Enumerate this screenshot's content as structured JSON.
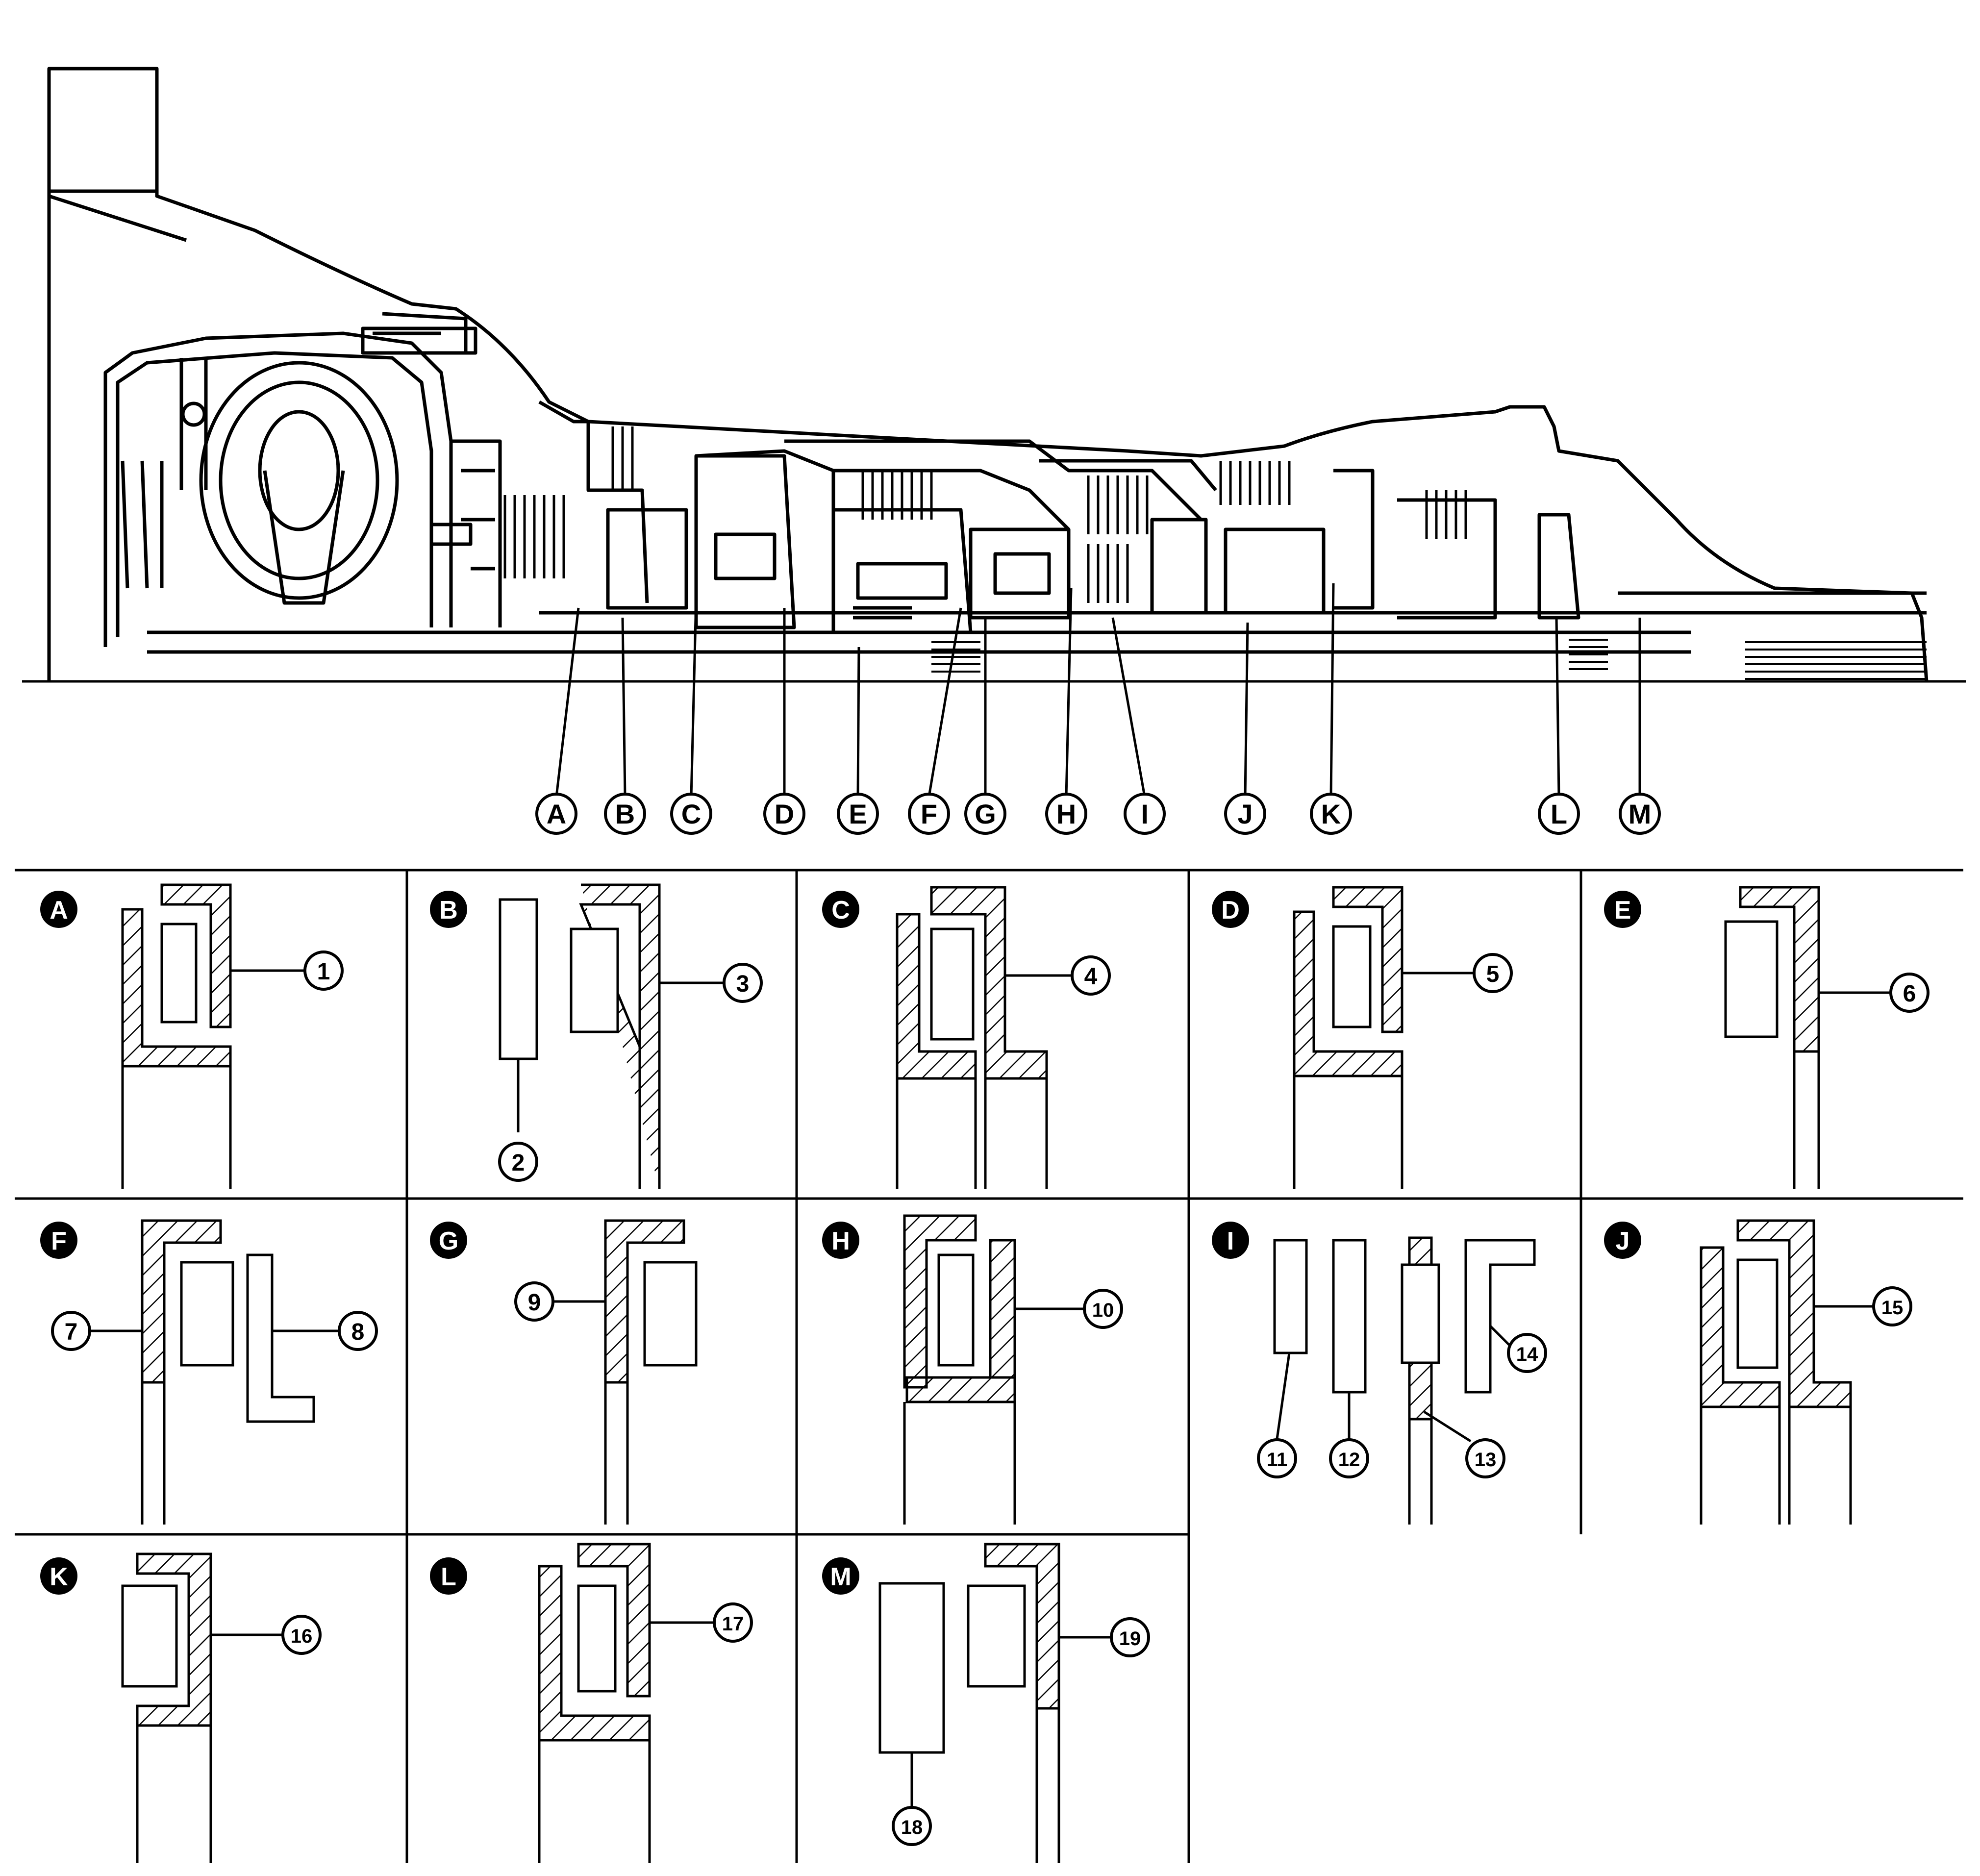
{
  "callouts": [
    "A",
    "B",
    "C",
    "D",
    "E",
    "F",
    "G",
    "H",
    "I",
    "J",
    "K",
    "L",
    "M"
  ],
  "panels": [
    {
      "letter": "A",
      "parts": [
        "1"
      ]
    },
    {
      "letter": "B",
      "parts": [
        "2",
        "3"
      ]
    },
    {
      "letter": "C",
      "parts": [
        "4"
      ]
    },
    {
      "letter": "D",
      "parts": [
        "5"
      ]
    },
    {
      "letter": "E",
      "parts": [
        "6"
      ]
    },
    {
      "letter": "F",
      "parts": [
        "7",
        "8"
      ]
    },
    {
      "letter": "G",
      "parts": [
        "9"
      ]
    },
    {
      "letter": "H",
      "parts": [
        "10"
      ]
    },
    {
      "letter": "I",
      "parts": [
        "11",
        "12",
        "13",
        "14"
      ]
    },
    {
      "letter": "J",
      "parts": [
        "15"
      ]
    },
    {
      "letter": "K",
      "parts": [
        "16"
      ]
    },
    {
      "letter": "L",
      "parts": [
        "17"
      ]
    },
    {
      "letter": "M",
      "parts": [
        "18",
        "19"
      ]
    }
  ],
  "colors": {
    "line": "#000000",
    "background": "#ffffff"
  }
}
